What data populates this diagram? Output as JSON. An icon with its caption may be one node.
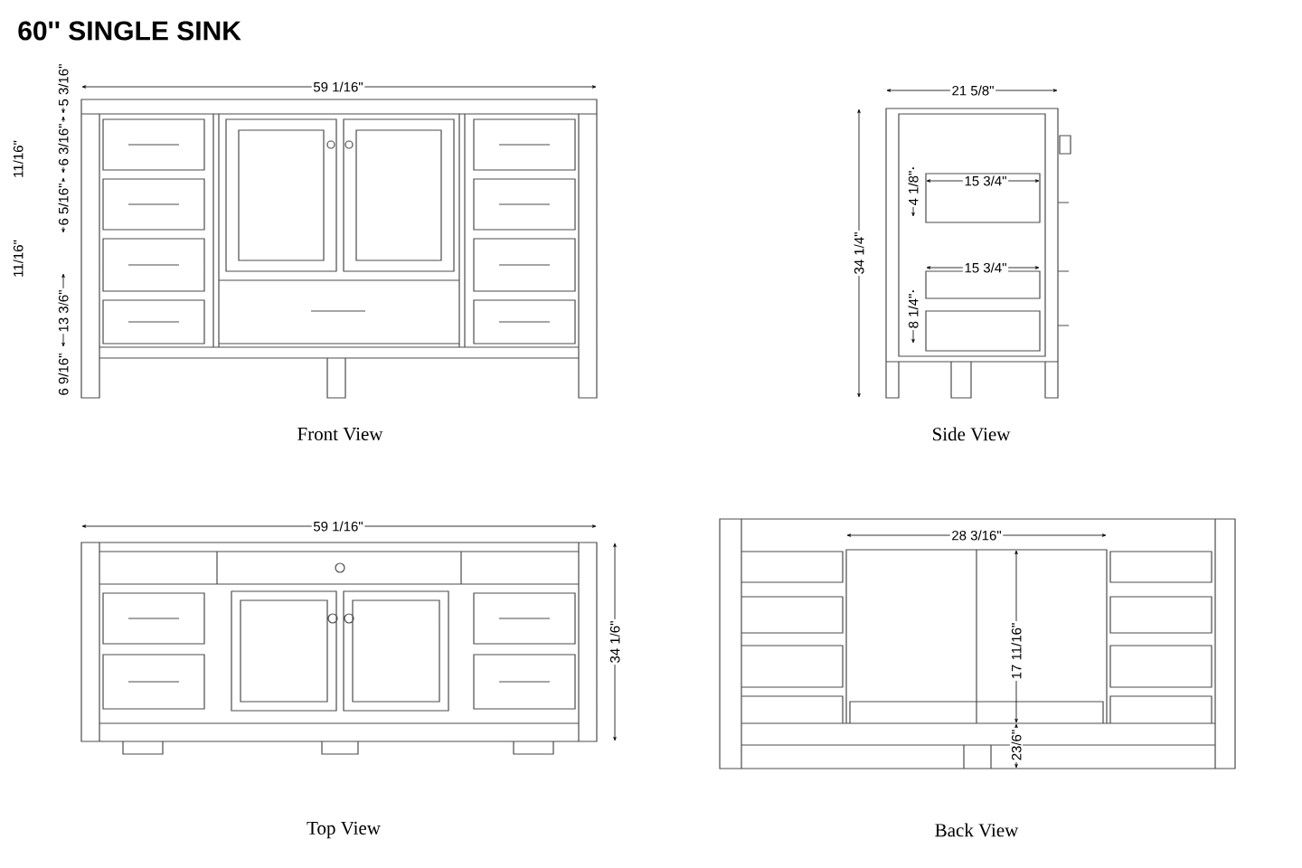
{
  "diagram": {
    "title": "60'' SINGLE SINK",
    "labels": [
      "59 1/16\"",
      "5 3/16\"",
      "11/16\"",
      "6 3/16\"",
      "6 5/16\"",
      "11/16\"",
      "13 3/6\"",
      "6 9/16\"",
      "Front View",
      "21 5/8\"",
      "34 1/4\"",
      "4 1/8\"",
      "15 3/4\"",
      "15 3/4\"",
      "8 1/4\"",
      "Side View",
      "59 1/16\"",
      "34 1/6\"",
      "Top View",
      "28 3/16\"",
      "17 11/16\"",
      "23/6\"",
      "Back View"
    ]
  }
}
